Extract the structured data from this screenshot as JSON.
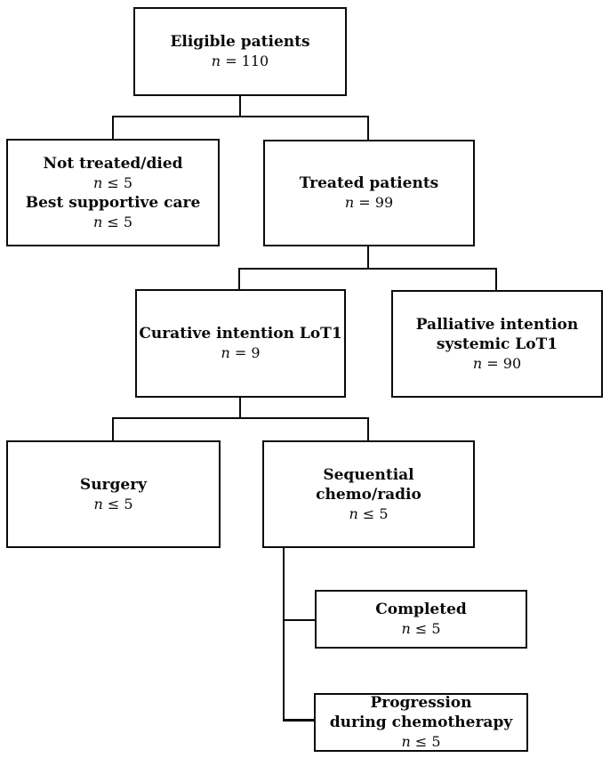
{
  "colors": {
    "line": "#0a0a0a",
    "background": "#ffffff",
    "text": "#0a0a0a"
  },
  "boxes": {
    "eligible": {
      "line1": "Eligible patients",
      "n_sym": "n",
      "n_rest": "= 110"
    },
    "not_treated": {
      "line1": "Not treated/died",
      "n1_sym": "n",
      "n1_rest": "≤ 5",
      "line2": "Best supportive care",
      "n2_sym": "n",
      "n2_rest": "≤ 5"
    },
    "treated": {
      "line1": "Treated patients",
      "n_sym": "n",
      "n_rest": "= 99"
    },
    "curative": {
      "line1": "Curative intention LoT1",
      "n_sym": "n",
      "n_rest": "= 9"
    },
    "palliative": {
      "line1": "Palliative intention",
      "line2": "systemic LoT1",
      "n_sym": "n",
      "n_rest": "= 90"
    },
    "surgery": {
      "line1": "Surgery",
      "n_sym": "n",
      "n_rest": "≤ 5"
    },
    "sequential": {
      "line1": "Sequential",
      "line2": "chemo/radio",
      "n_sym": "n",
      "n_rest": "≤ 5"
    },
    "completed": {
      "line1": "Completed",
      "n_sym": "n",
      "n_rest": "≤ 5"
    },
    "progression": {
      "line1": "Progression",
      "line2": "during chemotherapy",
      "n_sym": "n",
      "n_rest": "≤ 5"
    }
  }
}
